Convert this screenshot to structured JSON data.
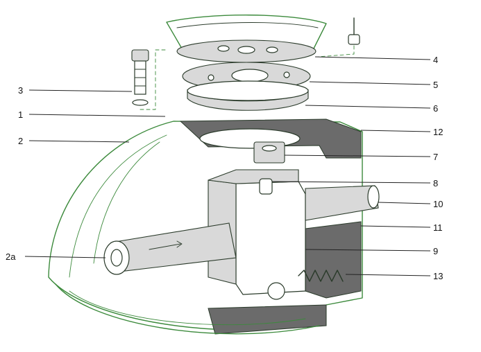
{
  "labels": {
    "l3": "3",
    "l1": "1",
    "l2": "2",
    "l2a": "2a",
    "l4": "4",
    "l5": "5",
    "l6": "6",
    "l12": "12",
    "l7": "7",
    "l8": "8",
    "l10": "10",
    "l11": "11",
    "l9": "9",
    "l13": "13"
  }
}
